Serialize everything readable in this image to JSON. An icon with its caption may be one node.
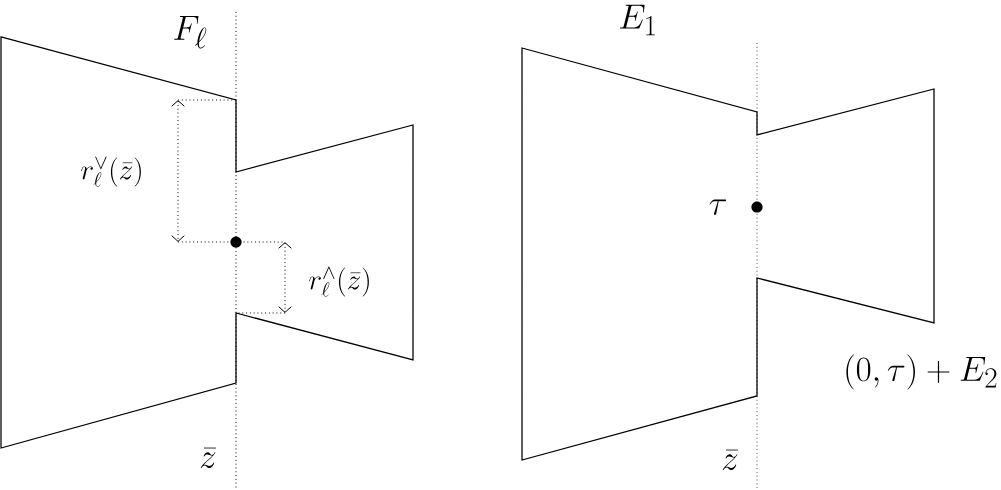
{
  "diagram": {
    "labels": [
      "F_\\ell",
      "r_\\ell^{\\vee}(\\bar{z})",
      "r_\\ell^{\\wedge}(\\bar{z})",
      "\\bar{z}",
      "E_1",
      "\\tau",
      "(0,\\tau)+E_2",
      "\\bar{z}"
    ]
  }
}
